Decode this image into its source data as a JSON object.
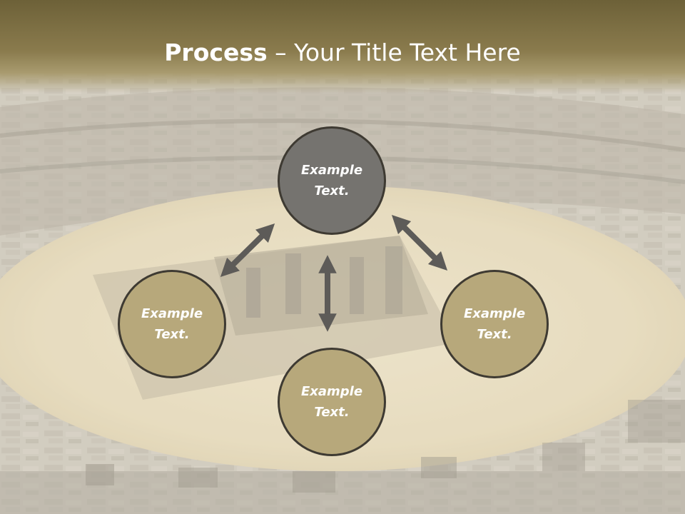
{
  "slide": {
    "title_bold": "Process",
    "title_rest": " – Your Title Text Here",
    "nodes": {
      "top": {
        "line1": "Example",
        "line2": "Text."
      },
      "left": {
        "line1": "Example",
        "line2": "Text."
      },
      "right": {
        "line1": "Example",
        "line2": "Text."
      },
      "bottom": {
        "line1": "Example",
        "line2": "Text."
      }
    }
  },
  "colors": {
    "header": "#7d6f45",
    "node_primary": "#75736f",
    "node_secondary": "#b7a87b",
    "node_border": "#3e3a32",
    "arrow": "#5d5b58"
  }
}
